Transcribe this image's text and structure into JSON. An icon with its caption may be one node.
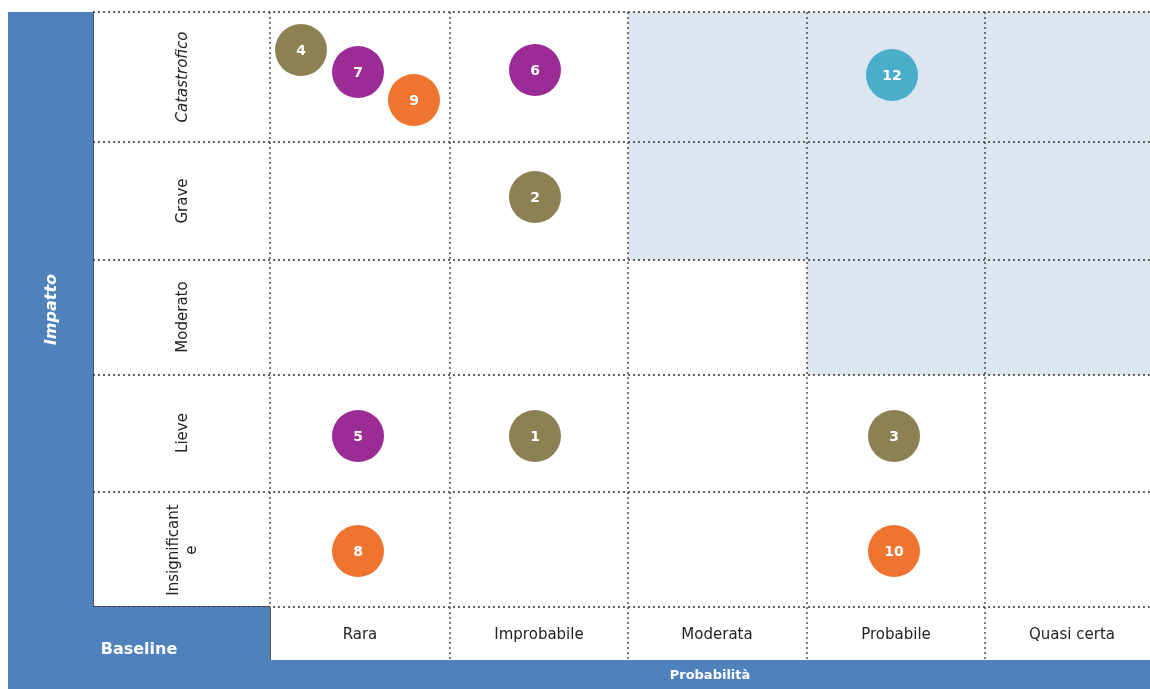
{
  "diagram": {
    "nodes": [
      {
        "text": [
          "4"
        ]
      },
      {
        "text": [
          "7"
        ]
      },
      {
        "text": [
          "9"
        ]
      },
      {
        "text": [
          "6"
        ]
      },
      {
        "text": [
          "12"
        ]
      },
      {
        "text": [
          "2"
        ]
      },
      {
        "text": [
          "5"
        ]
      },
      {
        "text": [
          "1"
        ]
      },
      {
        "text": [
          "3"
        ]
      },
      {
        "text": [
          "8"
        ]
      },
      {
        "text": [
          "10"
        ]
      }
    ],
    "labels": [
      "Impatto",
      "Catastrofico",
      "Grave",
      "Moderato",
      "Lieve",
      "Insignificante",
      "Baseline",
      "Rara",
      "Improbabile",
      "Moderata",
      "Probabile",
      "Quasi certa",
      "Probabilità"
    ]
  }
}
